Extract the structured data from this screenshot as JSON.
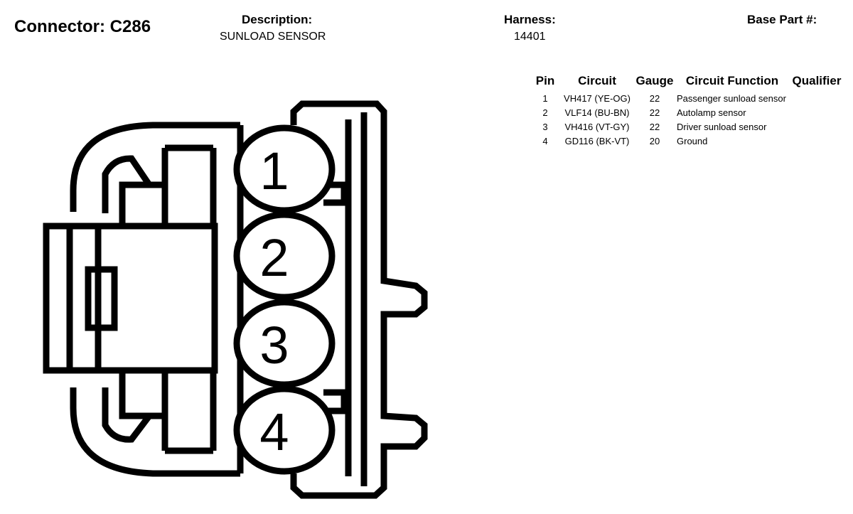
{
  "header": {
    "connector_title": "Connector: C286",
    "description_label": "Description:",
    "description_value": "SUNLOAD SENSOR",
    "harness_label": "Harness:",
    "harness_value": "14401",
    "base_part_label": "Base Part #:"
  },
  "pin_table": {
    "columns": [
      "Pin",
      "Circuit",
      "Gauge",
      "Circuit Function",
      "Qualifier"
    ],
    "rows": [
      {
        "pin": "1",
        "circuit": "VH417 (YE-OG)",
        "gauge": "22",
        "function": "Passenger sunload sensor",
        "qualifier": ""
      },
      {
        "pin": "2",
        "circuit": "VLF14 (BU-BN)",
        "gauge": "22",
        "function": "Autolamp sensor",
        "qualifier": ""
      },
      {
        "pin": "3",
        "circuit": "VH416 (VT-GY)",
        "gauge": "22",
        "function": "Driver sunload sensor",
        "qualifier": ""
      },
      {
        "pin": "4",
        "circuit": "GD116 (BK-VT)",
        "gauge": "20",
        "function": "Ground",
        "qualifier": ""
      }
    ]
  },
  "diagram": {
    "pins": [
      "1",
      "2",
      "3",
      "4"
    ],
    "stroke_color": "#000000",
    "fill_color": "#ffffff"
  }
}
